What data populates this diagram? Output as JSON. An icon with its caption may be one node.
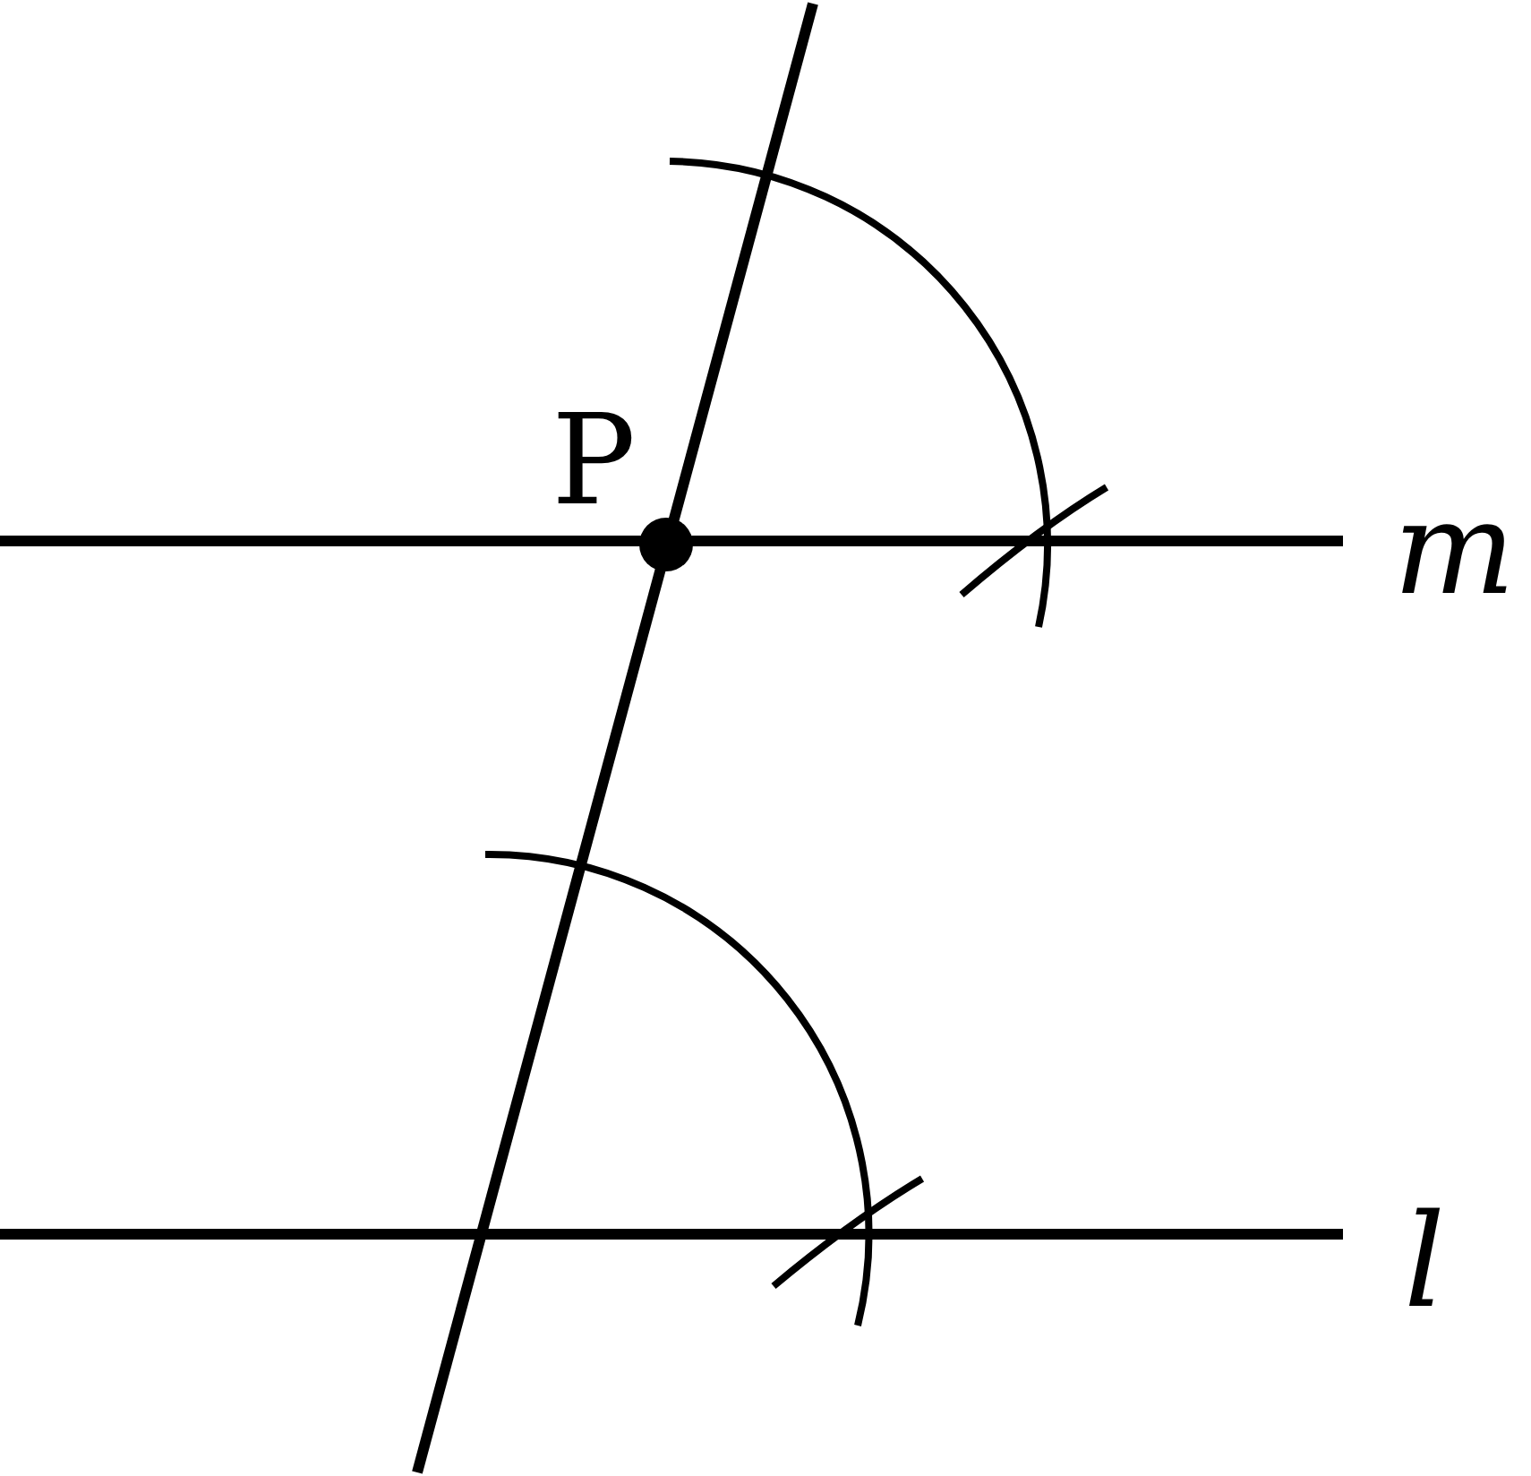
{
  "diagram": {
    "labels": [
      "P",
      "m",
      "l"
    ]
  }
}
